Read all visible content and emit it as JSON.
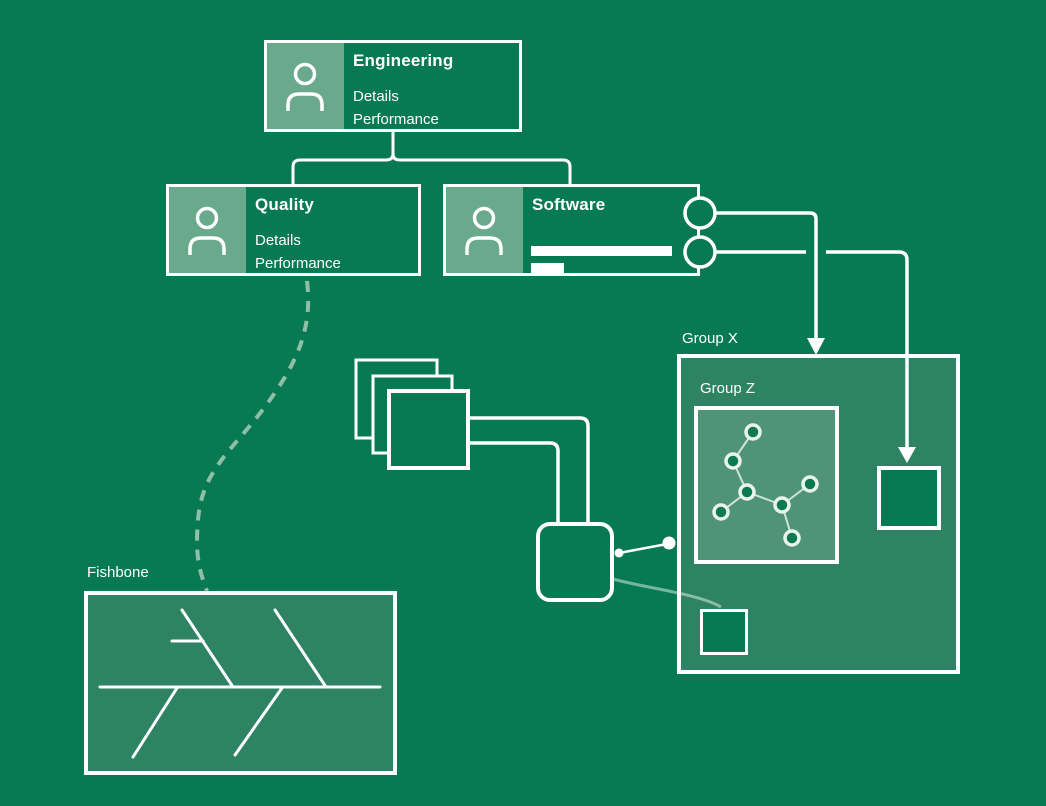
{
  "canvas": {
    "bg_color": "#077a53",
    "panel_color": "#69aa8d",
    "group_x_fill": "#2d8363",
    "group_z_fill": "#4f9478",
    "line_color": "#ffffff",
    "dash_color": "#8fbfa8"
  },
  "icons": {
    "person": "person-icon",
    "molecule": "molecule-network-icon"
  },
  "org": {
    "engineering": {
      "title": "Engineering",
      "details": "Details",
      "performance": "Performance"
    },
    "quality": {
      "title": "Quality",
      "details": "Details",
      "performance": "Performance"
    },
    "software": {
      "title": "Software"
    }
  },
  "groups": {
    "x_label": "Group X",
    "z_label": "Group Z"
  },
  "fishbone": {
    "label": "Fishbone"
  }
}
